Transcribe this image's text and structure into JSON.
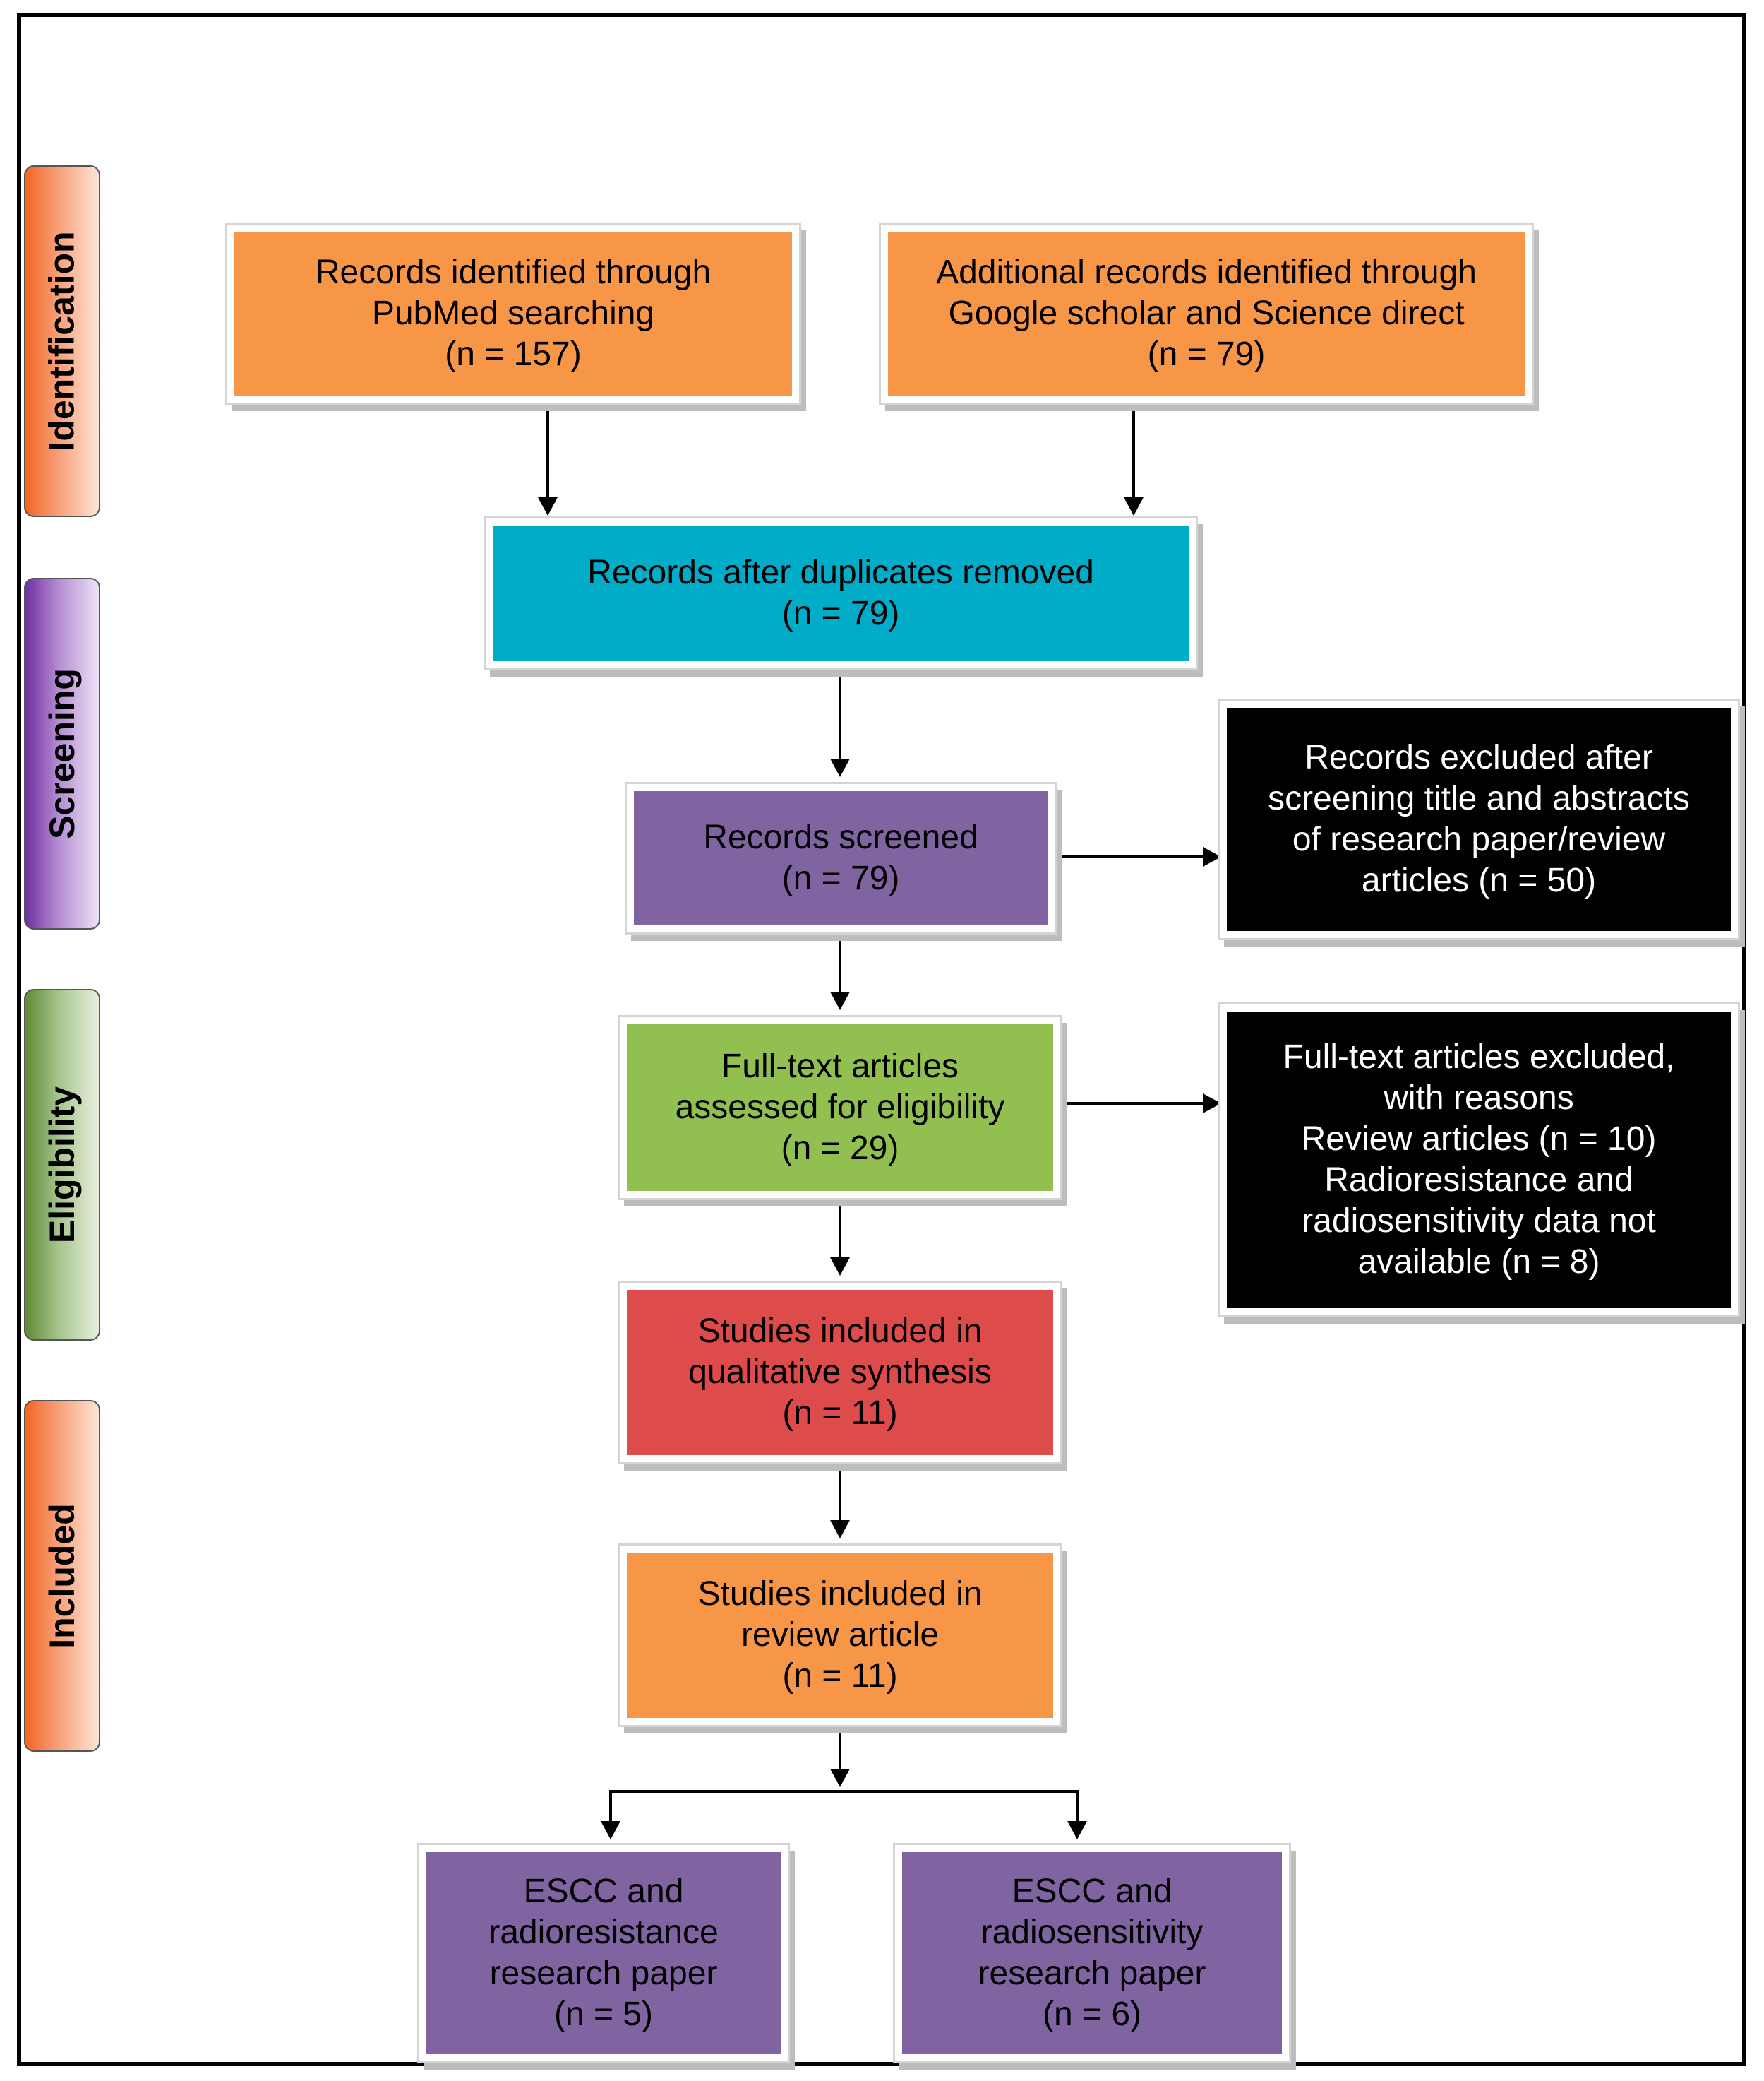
{
  "phases": {
    "identification": "Identification",
    "screening": "Screening",
    "eligibility": "Eligibility",
    "included": "Included"
  },
  "boxes": {
    "pubmed": [
      "Records identified through",
      "PubMed searching",
      "(n = 157)"
    ],
    "additional": [
      "Additional records identified through",
      "Google scholar and Science direct",
      "(n = 79)"
    ],
    "duplicates_removed": [
      "Records after duplicates removed",
      "(n = 79)"
    ],
    "screened": [
      "Records screened",
      "(n = 79)"
    ],
    "excluded_screening": [
      "Records excluded after",
      "screening title and abstracts",
      "of research paper/review",
      "articles (n = 50)"
    ],
    "full_text_assessed": [
      "Full-text articles",
      "assessed for eligibility",
      "(n = 29)"
    ],
    "full_text_excluded": [
      "Full-text articles excluded,",
      "with reasons",
      "Review articles (n = 10)",
      "Radioresistance and",
      "radiosensitivity data not",
      "available (n = 8)"
    ],
    "qualitative": [
      "Studies included in",
      "qualitative synthesis",
      "(n = 11)"
    ],
    "review_article": [
      "Studies included in",
      "review article",
      "(n = 11)"
    ],
    "radioresistance": [
      "ESCC and",
      "radioresistance",
      "research paper",
      "(n = 5)"
    ],
    "radiosensitivity": [
      "ESCC and",
      "radiosensitivity",
      "research paper",
      "(n = 6)"
    ]
  },
  "colors": {
    "orange": "#f79646",
    "cyan": "#00acc8",
    "purple": "#8064a2",
    "green": "#92c050",
    "red": "#de4b4b",
    "black": "#000000"
  }
}
